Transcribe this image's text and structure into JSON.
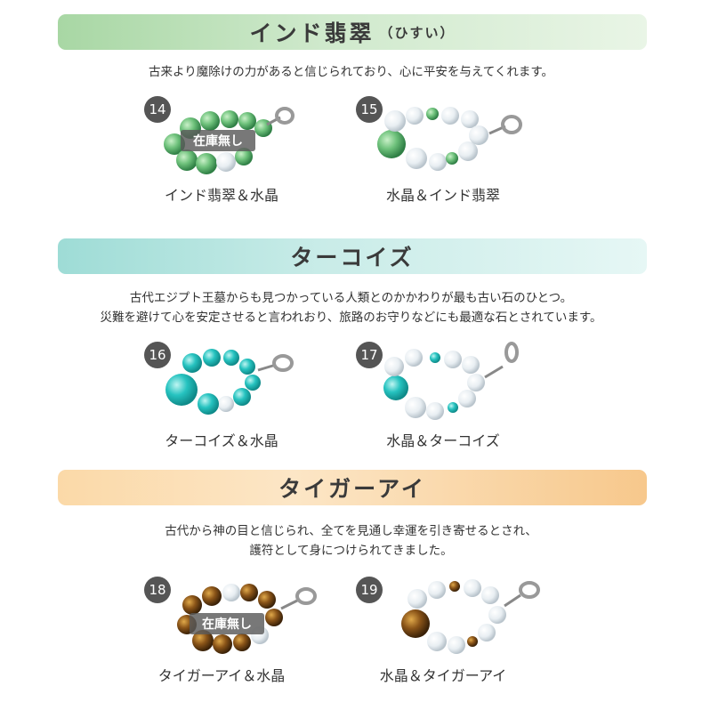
{
  "sections": [
    {
      "title": "インド翡翠",
      "subtitle": "（ひすい）",
      "description": [
        "古来より魔除けの力があると信じられており、心に平安を与えてくれます。"
      ],
      "items": [
        {
          "number": "14",
          "caption": "インド翡翠＆水晶",
          "badge": "在庫無し"
        },
        {
          "number": "15",
          "caption": "水晶＆インド翡翠",
          "badge": ""
        }
      ]
    },
    {
      "title": "ターコイズ",
      "subtitle": "",
      "description": [
        "古代エジプト王墓からも見つかっている人類とのかかわりが最も古い石のひとつ。",
        "災難を避けて心を安定させると言われおり、旅路のお守りなどにも最適な石とされています。"
      ],
      "items": [
        {
          "number": "16",
          "caption": "ターコイズ＆水晶",
          "badge": ""
        },
        {
          "number": "17",
          "caption": "水晶＆ターコイズ",
          "badge": ""
        }
      ]
    },
    {
      "title": "タイガーアイ",
      "subtitle": "",
      "description": [
        "古代から神の目と信じられ、全てを見通し幸運を引き寄せるとされ、",
        "護符として身につけられてきました。"
      ],
      "items": [
        {
          "number": "18",
          "caption": "タイガーアイ＆水晶",
          "badge": "在庫無し"
        },
        {
          "number": "19",
          "caption": "水晶＆タイガーアイ",
          "badge": ""
        }
      ]
    }
  ],
  "colors": {
    "jade": "#5fae6a",
    "turquoise": "#1fb7b5",
    "tiger": "#6b3f12",
    "crystal": "#eef3f6"
  }
}
